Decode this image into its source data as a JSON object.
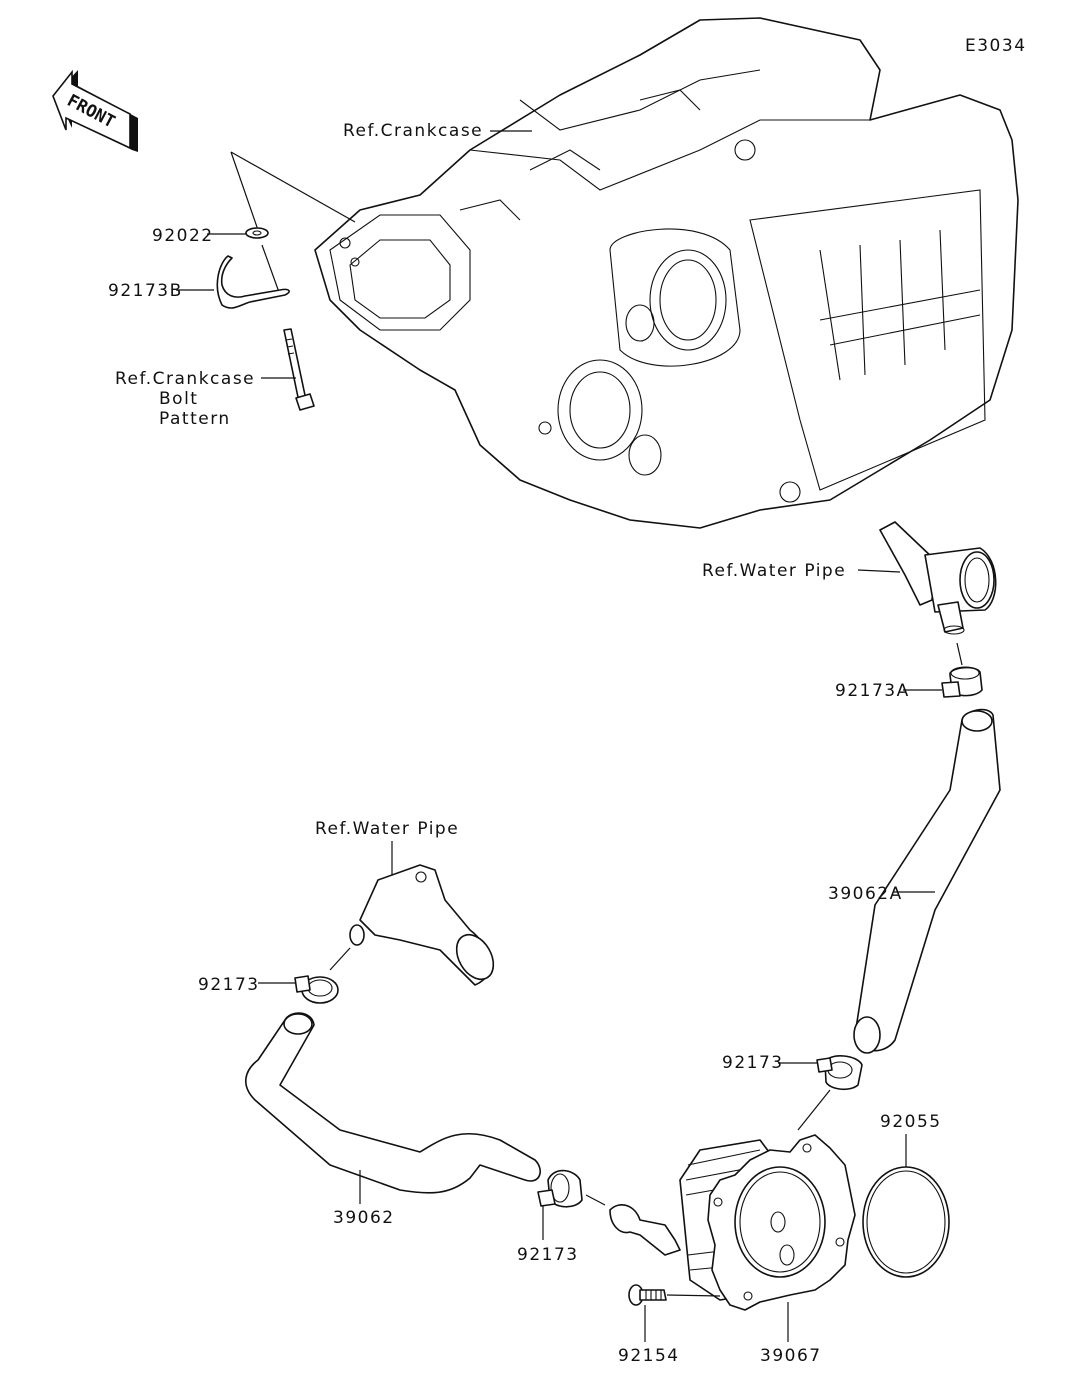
{
  "diagram": {
    "code": "E3034",
    "front_arrow": "FRONT",
    "labels": {
      "ref_crankcase": "Ref.Crankcase",
      "washer": "92022",
      "clamp_b": "92173B",
      "bolt_pattern_line1": "Ref.Crankcase",
      "bolt_pattern_line2": "Bolt",
      "bolt_pattern_line3": "Pattern",
      "ref_water_pipe_upper": "Ref.Water Pipe",
      "clamp_a": "92173A",
      "hose_a": "39062A",
      "ref_water_pipe_lower": "Ref.Water Pipe",
      "clamp_left": "92173",
      "hose": "39062",
      "clamp_bottom": "92173",
      "clamp_right": "92173",
      "o_ring": "92055",
      "bolt": "92154",
      "oil_cooler": "39067"
    }
  }
}
